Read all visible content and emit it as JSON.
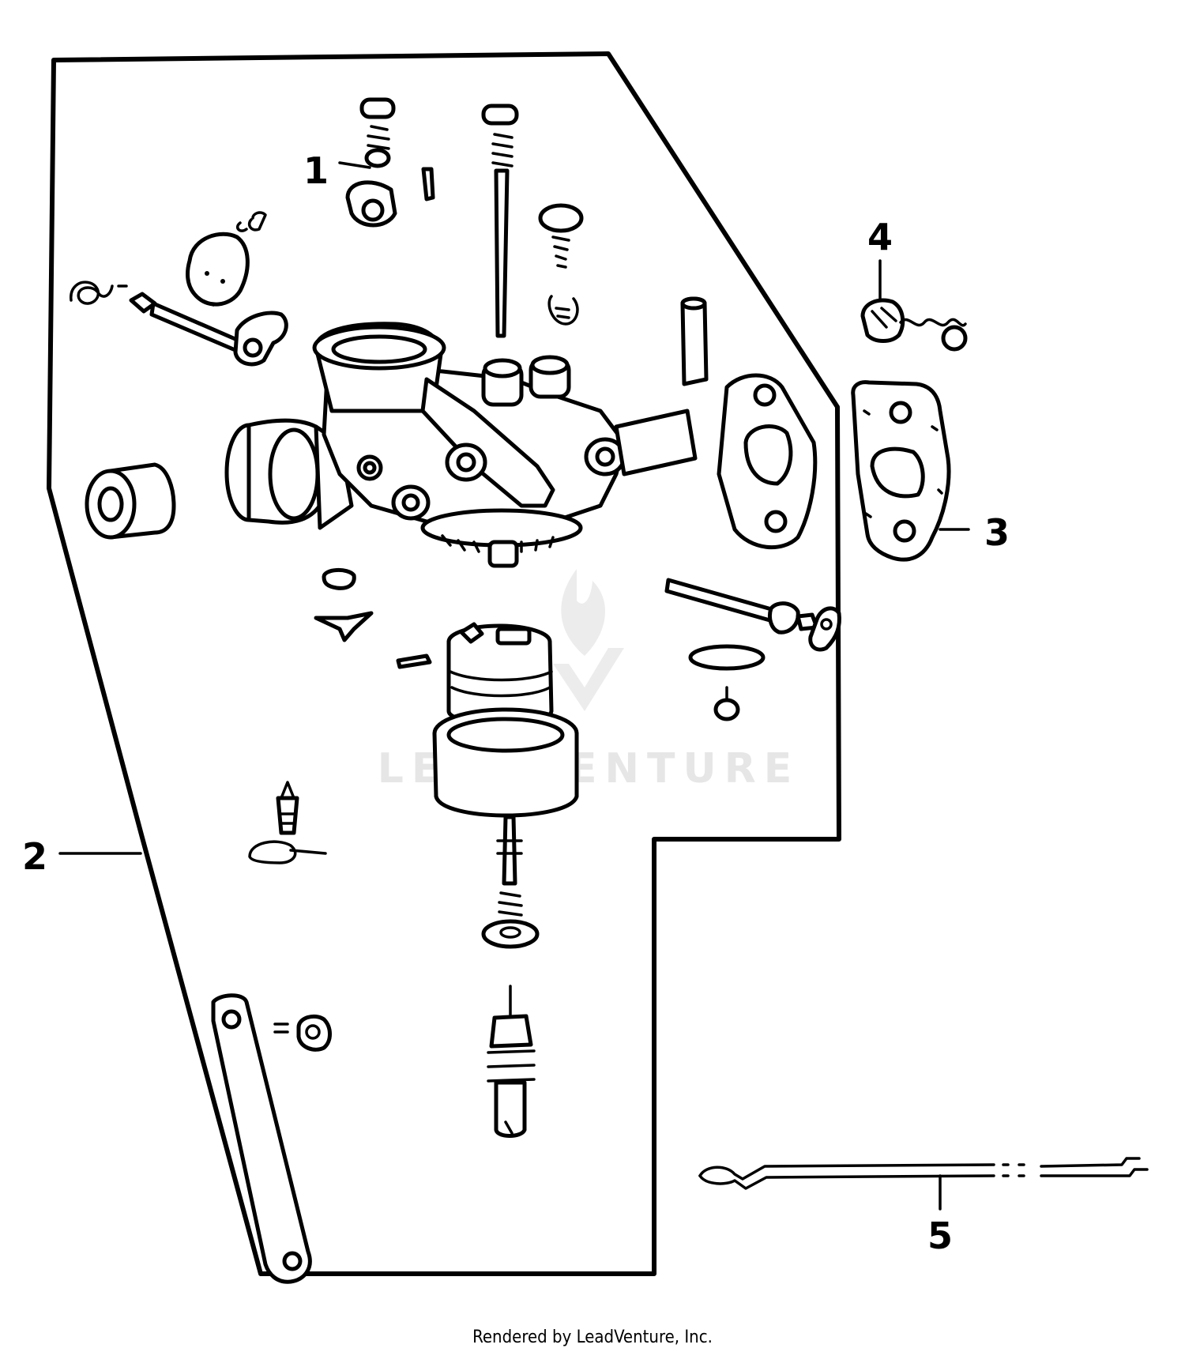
{
  "diagram": {
    "callouts": [
      {
        "id": "1",
        "label": "1"
      },
      {
        "id": "2",
        "label": "2"
      },
      {
        "id": "3",
        "label": "3"
      },
      {
        "id": "4",
        "label": "4"
      },
      {
        "id": "5",
        "label": "5"
      }
    ],
    "watermark": "LEADVENTURE"
  },
  "footer": {
    "text": "Rendered by LeadVenture, Inc."
  },
  "colors": {
    "line": "#000000",
    "background": "#ffffff",
    "watermark": "#e6e6e6"
  }
}
